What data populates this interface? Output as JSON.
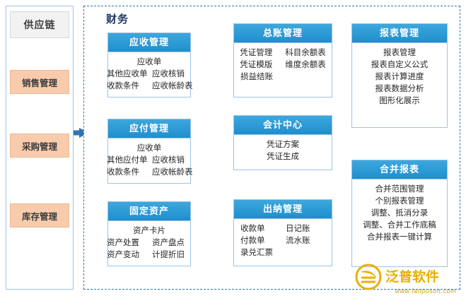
{
  "left_panel": {
    "title": "供应链",
    "items": [
      {
        "label": "销售管理"
      },
      {
        "label": "采购管理"
      },
      {
        "label": "库存管理"
      }
    ]
  },
  "finance": {
    "title": "财务"
  },
  "cards": {
    "ar": {
      "title": "应收管理",
      "rows": [
        [
          "应收单",
          ""
        ],
        [
          "其他应收单",
          "应收核销"
        ],
        [
          "收款条件",
          "应收帐龄表"
        ]
      ]
    },
    "ap": {
      "title": "应付管理",
      "rows": [
        [
          "应收单",
          ""
        ],
        [
          "其他应付单",
          "应收核销"
        ],
        [
          "收款条件",
          "应收帐龄表"
        ]
      ]
    },
    "fa": {
      "title": "固定资产",
      "rows": [
        [
          "资产卡片",
          ""
        ],
        [
          "资产处置",
          "资产盘点"
        ],
        [
          "资产变动",
          "计提折旧"
        ]
      ]
    },
    "gl": {
      "title": "总账管理",
      "rows": [
        [
          "凭证管理",
          "科目余额表"
        ],
        [
          "凭证模版",
          "维度余额表"
        ],
        [
          "损益结账",
          ""
        ]
      ]
    },
    "acc": {
      "title": "会计中心",
      "rows": [
        [
          "凭证方案"
        ],
        [
          "凭证生成"
        ]
      ]
    },
    "cash": {
      "title": "出纳管理",
      "rows": [
        [
          "收款单",
          "日记账"
        ],
        [
          "付款单",
          "流水账"
        ],
        [
          "录兑汇票",
          ""
        ]
      ]
    },
    "report": {
      "title": "报表管理",
      "rows": [
        [
          "报表管理"
        ],
        [
          "报表自定义公式"
        ],
        [
          "报表计算进度"
        ],
        [
          "报表数据分析"
        ],
        [
          "图形化展示"
        ]
      ]
    },
    "combine": {
      "title": "合并报表",
      "rows": [
        [
          "合并范围管理"
        ],
        [
          "个别报表管理"
        ],
        [
          "调整、抵消分录"
        ],
        [
          "调整、合并工作底稿"
        ],
        [
          "合并报表一键计算"
        ]
      ]
    }
  },
  "branding": {
    "name": "泛普软件",
    "url": "www.fanpusoft.com"
  },
  "colors": {
    "header_blue": "#2e9bd6",
    "card_border": "#9dc3e6",
    "left_item_bg": "#f8cbad",
    "connector": "#2e75b6"
  }
}
